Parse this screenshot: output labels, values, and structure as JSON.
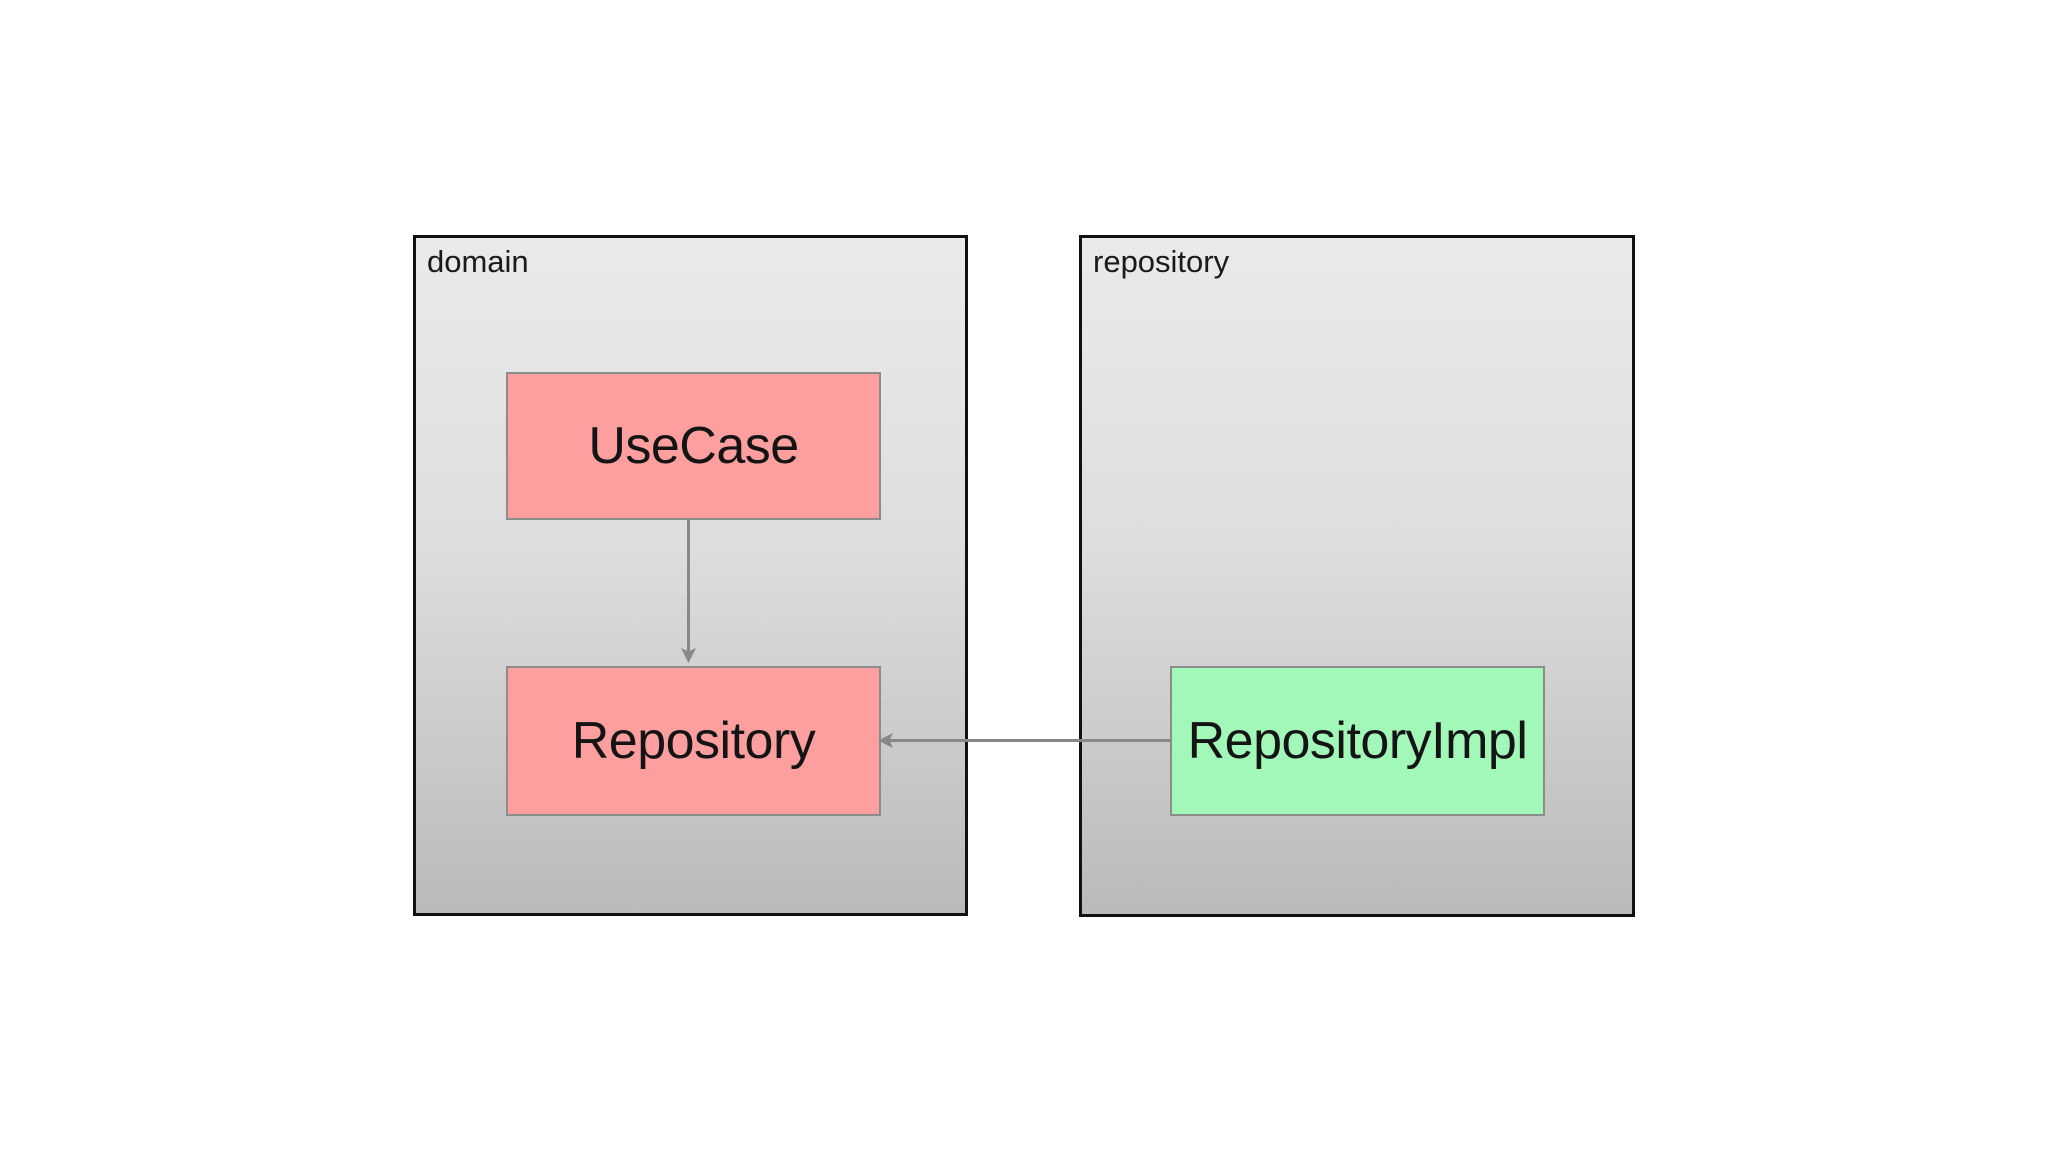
{
  "diagram": {
    "containers": [
      {
        "id": "domain",
        "label": "domain"
      },
      {
        "id": "repository",
        "label": "repository"
      }
    ],
    "nodes": [
      {
        "id": "usecase",
        "label": "UseCase",
        "fill": "#fd9f9f",
        "container": "domain"
      },
      {
        "id": "repository_interface",
        "label": "Repository",
        "fill": "#fd9f9f",
        "container": "domain"
      },
      {
        "id": "repository_impl",
        "label": "RepositoryImpl",
        "fill": "#a1f8b8",
        "container": "repository"
      }
    ],
    "edges": [
      {
        "from": "UseCase",
        "to": "Repository",
        "direction": "down"
      },
      {
        "from": "RepositoryImpl",
        "to": "Repository",
        "direction": "left"
      }
    ],
    "colors": {
      "page_background": "#ffffff",
      "container_border": "#111111",
      "container_gradient_top": "#eaeaea",
      "container_gradient_bottom": "#bababa",
      "node_border": "#8c8c8c",
      "node_pink": "#fd9f9f",
      "node_green": "#a1f8b8",
      "edge": "#888888",
      "text": "#1a1a1a"
    }
  }
}
